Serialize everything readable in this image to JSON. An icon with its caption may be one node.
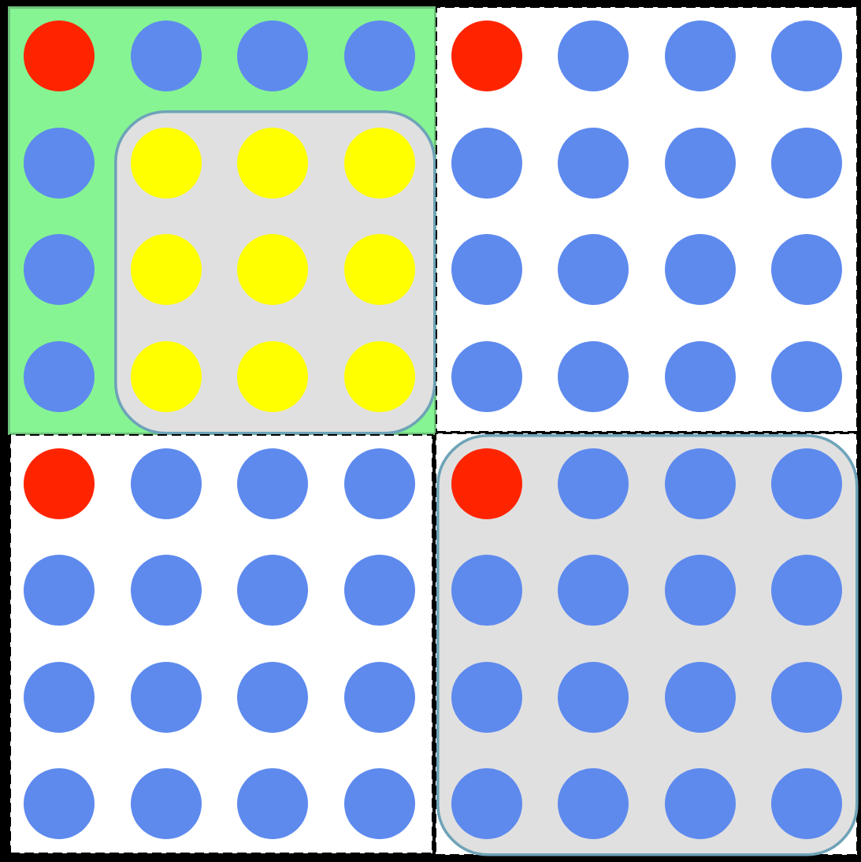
{
  "diagram": {
    "nodes": [
      {
        "text": [],
        "shape": "box"
      },
      {
        "text": [],
        "shape": "box",
        "in": 0
      },
      {
        "text": [],
        "shape": "circle",
        "in": 0
      },
      {
        "text": [],
        "shape": "circle",
        "in": 0
      },
      {
        "text": [],
        "shape": "circle",
        "in": 0
      },
      {
        "text": [],
        "shape": "circle",
        "in": 0
      },
      {
        "text": [],
        "shape": "circle",
        "in": 0
      },
      {
        "text": [],
        "shape": "circle",
        "in": 1
      },
      {
        "text": [],
        "shape": "circle",
        "in": 1
      },
      {
        "text": [],
        "shape": "circle",
        "in": 1
      },
      {
        "text": [],
        "shape": "circle",
        "in": 0
      },
      {
        "text": [],
        "shape": "circle",
        "in": 1
      },
      {
        "text": [],
        "shape": "circle",
        "in": 1
      },
      {
        "text": [],
        "shape": "circle",
        "in": 1
      },
      {
        "text": [],
        "shape": "circle",
        "in": 0
      },
      {
        "text": [],
        "shape": "circle",
        "in": 1
      },
      {
        "text": [],
        "shape": "circle",
        "in": 1
      },
      {
        "text": [],
        "shape": "circle",
        "in": 1
      },
      {
        "text": [],
        "shape": "box"
      },
      {
        "text": [],
        "shape": "circle",
        "in": 18
      },
      {
        "text": [],
        "shape": "circle",
        "in": 18
      },
      {
        "text": [],
        "shape": "circle",
        "in": 18
      },
      {
        "text": [],
        "shape": "circle",
        "in": 18
      },
      {
        "text": [],
        "shape": "circle",
        "in": 18
      },
      {
        "text": [],
        "shape": "circle",
        "in": 18
      },
      {
        "text": [],
        "shape": "circle",
        "in": 18
      },
      {
        "text": [],
        "shape": "circle",
        "in": 18
      },
      {
        "text": [],
        "shape": "circle",
        "in": 18
      },
      {
        "text": [],
        "shape": "circle",
        "in": 18
      },
      {
        "text": [],
        "shape": "circle",
        "in": 18
      },
      {
        "text": [],
        "shape": "circle",
        "in": 18
      },
      {
        "text": [],
        "shape": "circle",
        "in": 18
      },
      {
        "text": [],
        "shape": "circle",
        "in": 18
      },
      {
        "text": [],
        "shape": "circle",
        "in": 18
      },
      {
        "text": [],
        "shape": "circle",
        "in": 18
      },
      {
        "text": [],
        "shape": "box"
      },
      {
        "text": [],
        "shape": "circle",
        "in": 35
      },
      {
        "text": [],
        "shape": "circle",
        "in": 35
      },
      {
        "text": [],
        "shape": "circle",
        "in": 35
      },
      {
        "text": [],
        "shape": "circle",
        "in": 35
      },
      {
        "text": [],
        "shape": "circle",
        "in": 35
      },
      {
        "text": [],
        "shape": "circle",
        "in": 35
      },
      {
        "text": [],
        "shape": "circle",
        "in": 35
      },
      {
        "text": [],
        "shape": "circle",
        "in": 35
      },
      {
        "text": [],
        "shape": "circle",
        "in": 35
      },
      {
        "text": [],
        "shape": "circle",
        "in": 35
      },
      {
        "text": [],
        "shape": "circle",
        "in": 35
      },
      {
        "text": [],
        "shape": "circle",
        "in": 35
      },
      {
        "text": [],
        "shape": "circle",
        "in": 35
      },
      {
        "text": [],
        "shape": "circle",
        "in": 35
      },
      {
        "text": [],
        "shape": "circle",
        "in": 35
      },
      {
        "text": [],
        "shape": "circle",
        "in": 35
      },
      {
        "text": [],
        "shape": "box"
      },
      {
        "text": [],
        "shape": "box",
        "in": 52
      },
      {
        "text": [],
        "shape": "circle",
        "in": 53
      },
      {
        "text": [],
        "shape": "circle",
        "in": 53
      },
      {
        "text": [],
        "shape": "circle",
        "in": 53
      },
      {
        "text": [],
        "shape": "circle",
        "in": 53
      },
      {
        "text": [],
        "shape": "circle",
        "in": 53
      },
      {
        "text": [],
        "shape": "circle",
        "in": 53
      },
      {
        "text": [],
        "shape": "circle",
        "in": 53
      },
      {
        "text": [],
        "shape": "circle",
        "in": 53
      },
      {
        "text": [],
        "shape": "circle",
        "in": 53
      },
      {
        "text": [],
        "shape": "circle",
        "in": 53
      },
      {
        "text": [],
        "shape": "circle",
        "in": 53
      },
      {
        "text": [],
        "shape": "circle",
        "in": 53
      },
      {
        "text": [],
        "shape": "circle",
        "in": 53
      },
      {
        "text": [],
        "shape": "circle",
        "in": 53
      },
      {
        "text": [],
        "shape": "circle",
        "in": 53
      },
      {
        "text": [],
        "shape": "circle",
        "in": 53
      }
    ]
  }
}
